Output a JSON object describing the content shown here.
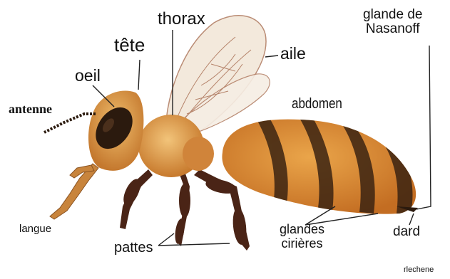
{
  "labels": {
    "tete": "tête",
    "thorax": "thorax",
    "oeil": "oeil",
    "aile": "aile",
    "antenne": "antenne",
    "abdomen": "abdomen",
    "glande_line1": "glande de",
    "glande_line2": "Nasanoff",
    "langue": "langue",
    "pattes": "pattes",
    "glandes_line1": "glandes",
    "glandes_line2": "cirières",
    "dard": "dard"
  },
  "credit": "rlechene",
  "colors": {
    "body_orange": "#d9892f",
    "stripe_dark": "#3b2412",
    "fur_light": "#e9b45e",
    "eye": "#2b1a0e",
    "wing": "#f3e8da",
    "wing_vein": "#b5836a",
    "leg_dark": "#4a2416",
    "leader_line": "#222222"
  }
}
